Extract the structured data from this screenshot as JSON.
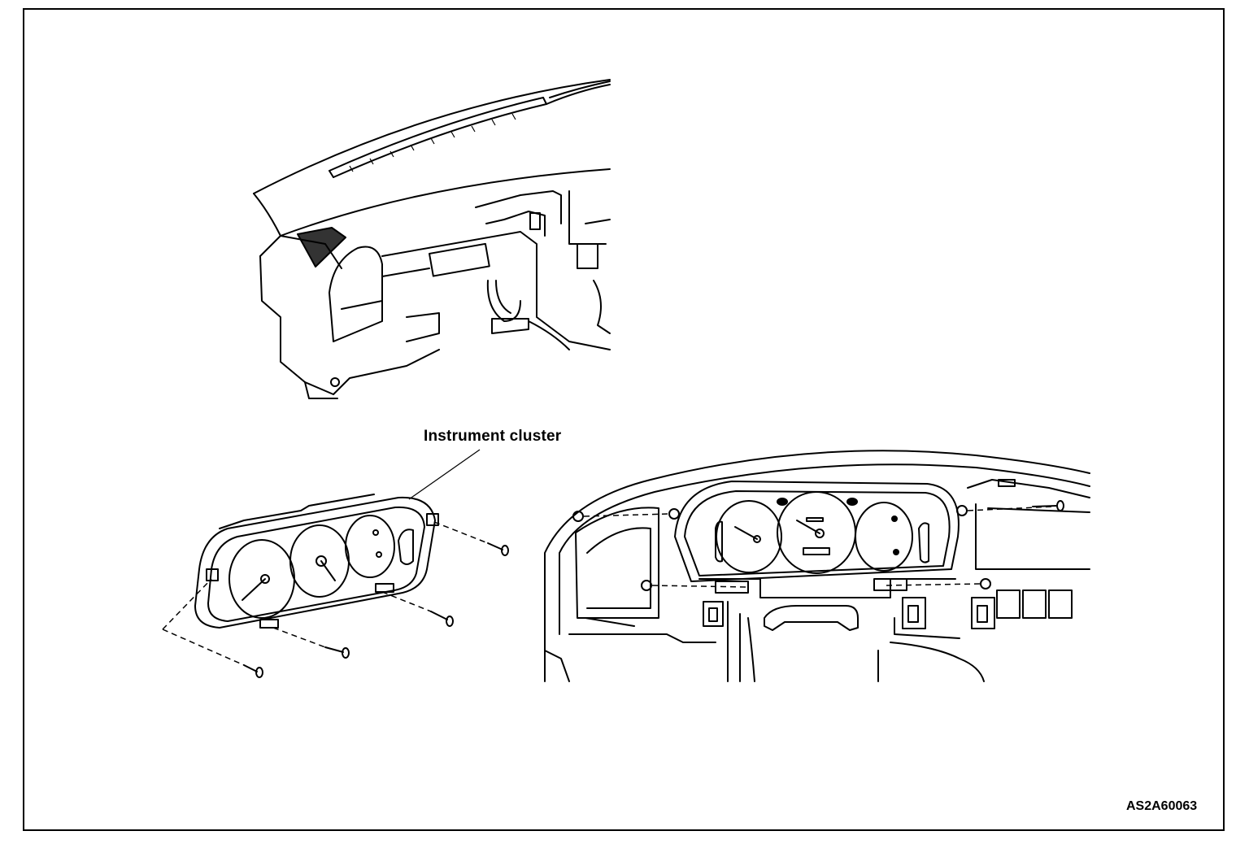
{
  "labels": {
    "callout": "Instrument cluster",
    "figure_id": "AS2A60063"
  },
  "illustrations": [
    {
      "name": "dashboard-top-view"
    },
    {
      "name": "instrument-cluster-exploded-view"
    },
    {
      "name": "dashboard-front-view"
    }
  ]
}
